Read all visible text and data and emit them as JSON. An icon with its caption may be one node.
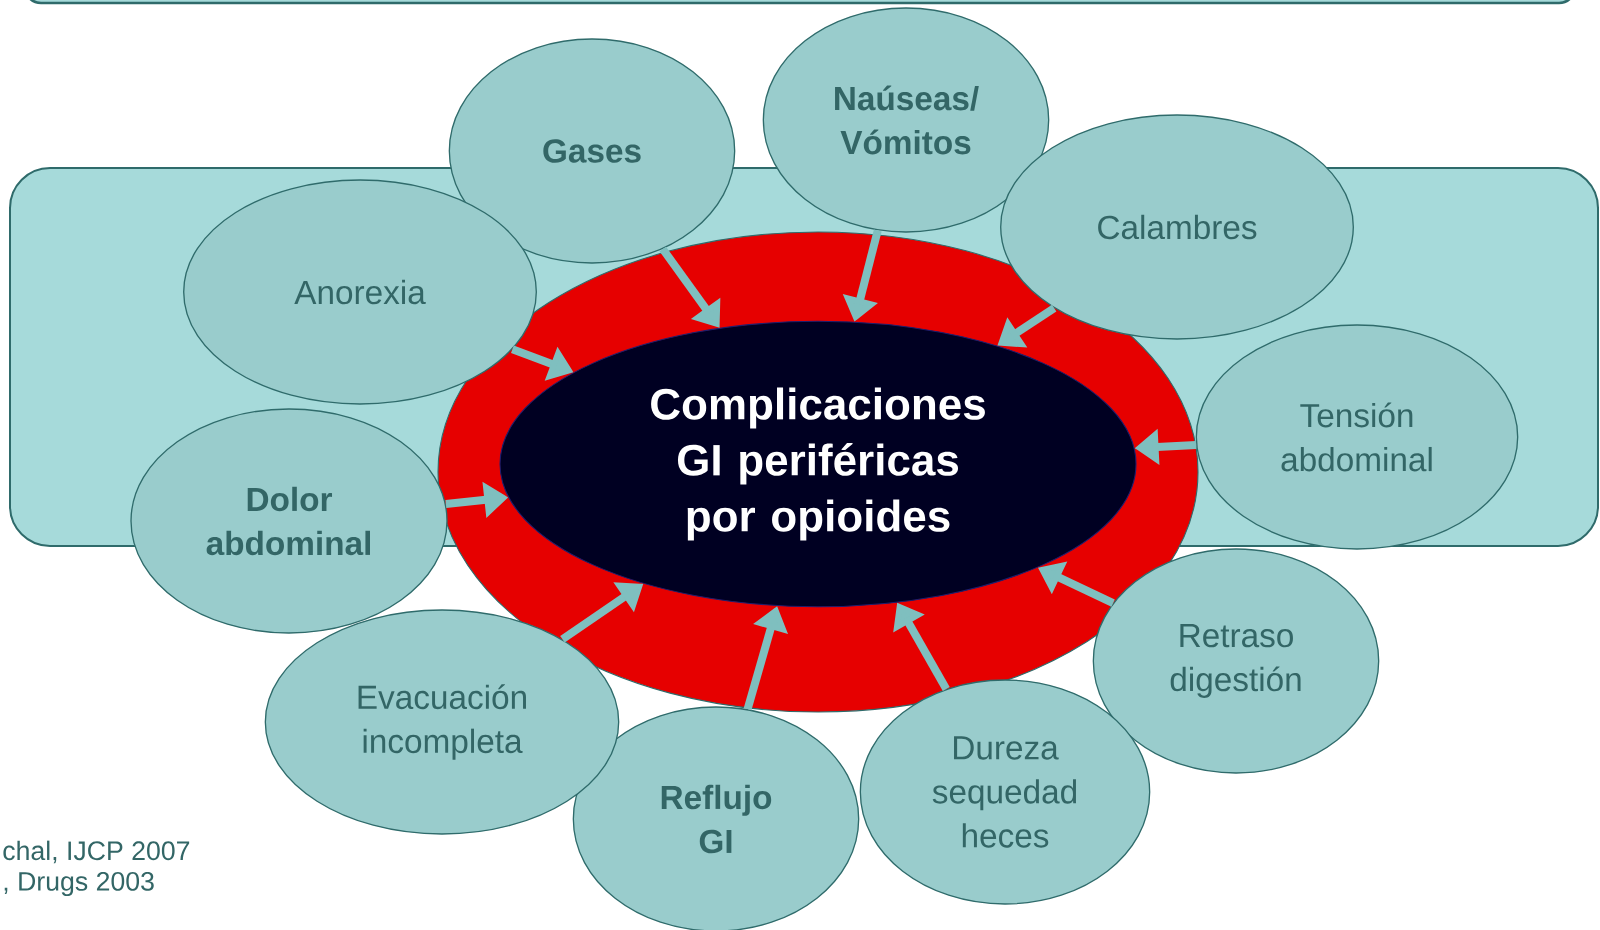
{
  "diagram": {
    "nodes": [
      {
        "text": [
          "Complicaciones GI periféricas por opioides"
        ]
      },
      {
        "text": [
          "Gases"
        ]
      },
      {
        "text": [
          "Naúseas/ Vómitos"
        ]
      },
      {
        "text": [
          "Calambres"
        ]
      },
      {
        "text": [
          "Tensión abdominal"
        ]
      },
      {
        "text": [
          "Retraso digestión"
        ]
      },
      {
        "text": [
          "Dureza sequedad heces"
        ]
      },
      {
        "text": [
          "Reflujo GI"
        ]
      },
      {
        "text": [
          "Evacuación incompleta"
        ]
      },
      {
        "text": [
          "Dolor abdominal"
        ]
      },
      {
        "text": [
          "Anorexia"
        ]
      }
    ],
    "edges": [
      {
        "from": 1,
        "to": 0,
        "arrow": "to"
      },
      {
        "from": 2,
        "to": 0,
        "arrow": "to"
      },
      {
        "from": 3,
        "to": 0,
        "arrow": "to"
      },
      {
        "from": 4,
        "to": 0,
        "arrow": "to"
      },
      {
        "from": 5,
        "to": 0,
        "arrow": "to"
      },
      {
        "from": 6,
        "to": 0,
        "arrow": "to"
      },
      {
        "from": 7,
        "to": 0,
        "arrow": "to"
      },
      {
        "from": 8,
        "to": 0,
        "arrow": "to"
      },
      {
        "from": 9,
        "to": 0,
        "arrow": "to"
      },
      {
        "from": 10,
        "to": 0,
        "arrow": "to"
      }
    ],
    "labels": [
      "chal, IJCP 2007",
      ", Drugs 2003"
    ]
  }
}
